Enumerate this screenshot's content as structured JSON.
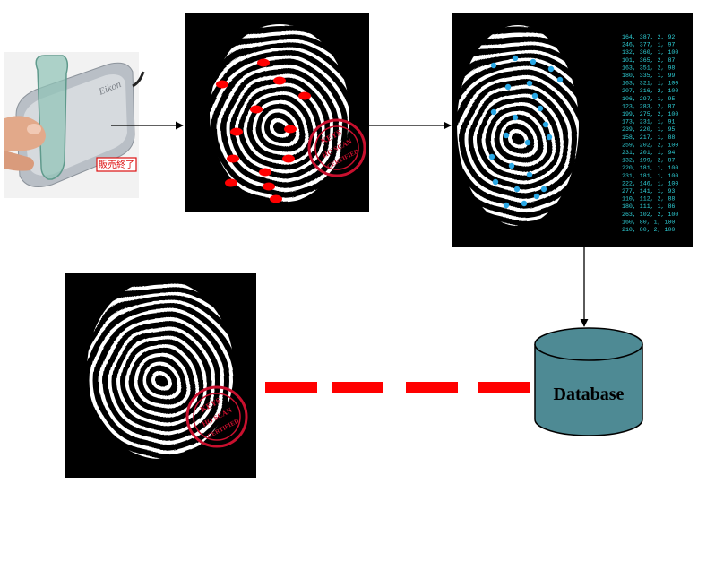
{
  "scanner": {
    "sticker_text": "販売終了",
    "brand_text": "Eikon"
  },
  "stamp": {
    "top_text": "KEYS",
    "middle_text": "HO SCAN",
    "bottom_text": "CERTIFIED",
    "color": "#c8102e"
  },
  "minutiae_list": [
    "164, 387, 2, 92",
    "246, 377, 1, 97",
    "132, 360, 1, 100",
    "101, 365, 2, 87",
    "163, 351, 2, 98",
    "180, 335, 1, 99",
    "163, 321, 1, 100",
    "207, 316, 2, 100",
    "106, 297, 1, 95",
    "123, 283, 2, 87",
    "199, 275, 2, 100",
    "173, 231, 1, 91",
    "239, 220, 1, 95",
    "158, 217, 1, 88",
    "259, 202, 2, 100",
    "231, 201, 1, 94",
    "132, 199, 2, 87",
    "220, 181, 1, 100",
    "231, 181, 1, 100",
    "222, 146, 1, 100",
    "277, 141, 1, 93",
    "110, 112, 2, 88",
    "180, 111, 1, 86",
    "263, 102, 2, 100",
    "160, 80, 1, 100",
    "210, 80, 2, 100"
  ],
  "database": {
    "label": "Database",
    "fill_color": "#4e8a94",
    "stroke_color": "#000000"
  },
  "colors": {
    "minutiae_red": "#ff0000",
    "minutiae_blue": "#29a8e6",
    "list_text": "#2fd0d8",
    "dash_red": "#ff0000"
  }
}
